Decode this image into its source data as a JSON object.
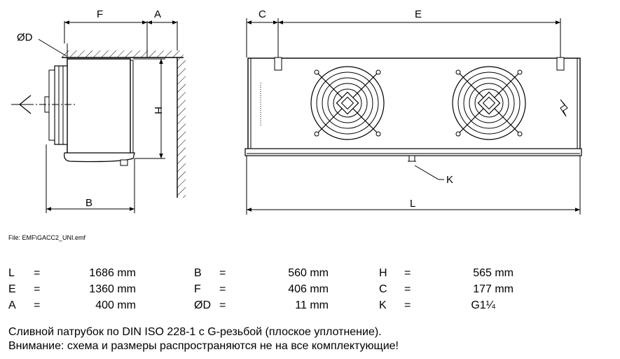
{
  "labels": {
    "side": {
      "dia": "ØD",
      "f": "F",
      "a": "A",
      "h": "H",
      "b": "B"
    },
    "front": {
      "c": "C",
      "e": "E",
      "k": "K",
      "l": "L"
    }
  },
  "file_ref": "File: EMF\\GACC2_UNI.emf",
  "dimensions": [
    [
      {
        "key": "L",
        "eq": "=",
        "value": "1686 mm"
      },
      {
        "key": "E",
        "eq": "=",
        "value": "1360 mm"
      },
      {
        "key": "A",
        "eq": "=",
        "value": "400 mm"
      }
    ],
    [
      {
        "key": "B",
        "eq": "=",
        "value": "560 mm"
      },
      {
        "key": "F",
        "eq": "=",
        "value": "406 mm"
      },
      {
        "key": "ØD",
        "eq": "=",
        "value": "11 mm"
      }
    ],
    [
      {
        "key": "H",
        "eq": "=",
        "value": "565 mm"
      },
      {
        "key": "C",
        "eq": "=",
        "value": "177 mm"
      },
      {
        "key": "K",
        "eq": "=",
        "value": "G1¼"
      }
    ]
  ],
  "notes": {
    "line1": "Сливной патрубок по DIN ISO 228-1 с G-резьбой (плоское уплотнение).",
    "line2": "Внимание: схема и размеры распространяются не на все комплектующие!"
  }
}
